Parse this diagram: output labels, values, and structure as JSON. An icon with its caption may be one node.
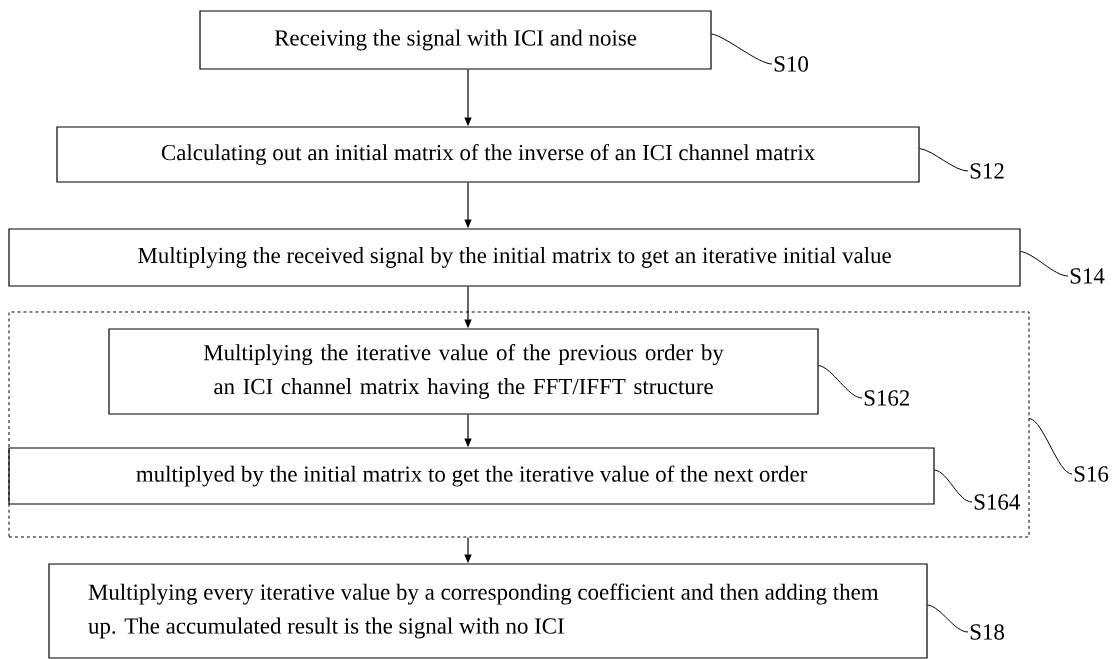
{
  "diagram": {
    "nodes": [
      {
        "text": [
          "Receiving the signal with ICI and noise"
        ]
      },
      {
        "text": [
          "S10"
        ]
      },
      {
        "text": [
          "Calculating out an initial matrix of the inverse of an ICI channel matrix"
        ]
      },
      {
        "text": [
          "S12"
        ]
      },
      {
        "text": [
          "Multiplying the received signal by the initial matrix to get an iterative initial value"
        ]
      },
      {
        "text": [
          "S14"
        ]
      },
      {
        "text": [],
        "shape": "box"
      },
      {
        "text": [
          "Multiplying the iterative value of the previous order by an ICI channel matrix having the FFT/IFFT structure"
        ],
        "in": 6
      },
      {
        "text": [
          "S162"
        ],
        "in": 6
      },
      {
        "text": [
          "multiplyed by the initial matrix to get the iterative value of the next order"
        ],
        "in": 6
      },
      {
        "text": [
          "S164"
        ],
        "in": 6
      },
      {
        "text": [
          "S16"
        ]
      },
      {
        "text": [
          "Multiplying every iterative value by a corresponding coefficient and then adding them up. The accumulated result is the signal with no ICI"
        ]
      },
      {
        "text": [
          "S18"
        ]
      }
    ],
    "edges": [
      {
        "from": 0,
        "to": 2,
        "arrow": "to"
      },
      {
        "from": 2,
        "to": 4,
        "arrow": "to"
      },
      {
        "from": 4,
        "to": 7,
        "arrow": "to"
      },
      {
        "from": 7,
        "to": 9,
        "arrow": "to"
      },
      {
        "from": 6,
        "to": 12,
        "arrow": "to"
      },
      {
        "from": 1,
        "to": 0,
        "arrow": "none"
      },
      {
        "from": 3,
        "to": 2,
        "arrow": "none"
      },
      {
        "from": 5,
        "to": 4,
        "arrow": "none"
      },
      {
        "from": 8,
        "to": 7,
        "arrow": "none"
      },
      {
        "from": 10,
        "to": 9,
        "arrow": "none"
      },
      {
        "from": 11,
        "to": 6,
        "arrow": "none"
      },
      {
        "from": 13,
        "to": 12,
        "arrow": "none"
      }
    ]
  }
}
